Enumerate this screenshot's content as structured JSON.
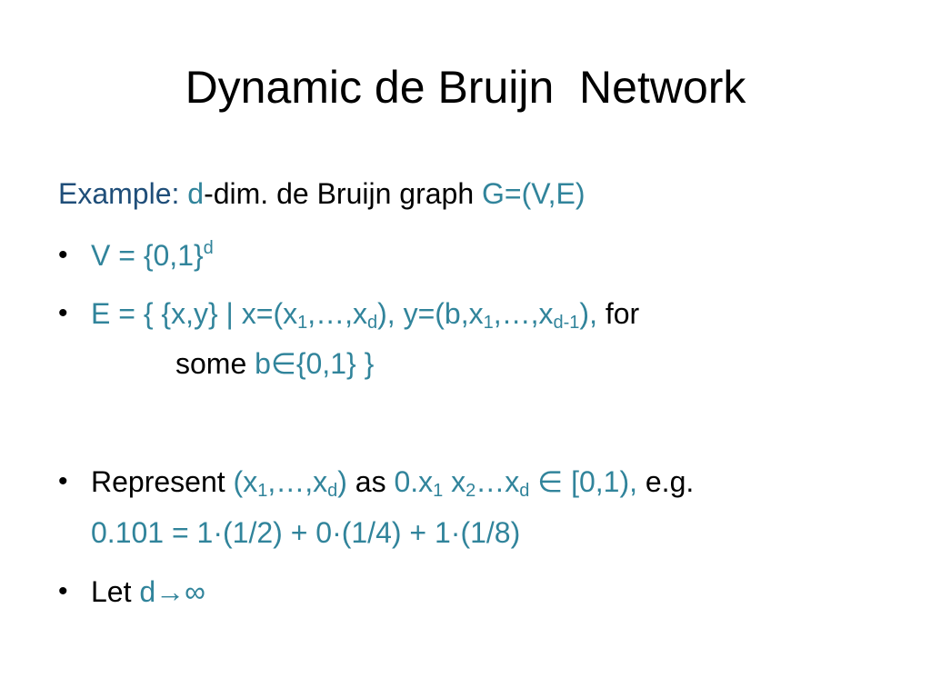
{
  "slide": {
    "title": "Dynamic de Bruijn  Network",
    "example": {
      "label": "Example:",
      "d": "d",
      "text": "-dim. de Bruijn graph ",
      "graph": "G=(V,E)"
    },
    "bullet_char": "•",
    "bullets": [
      {
        "v_main": "V = {0,1}",
        "v_sup": "d"
      },
      {
        "e_a": "E = { {x,y} | x=(x",
        "e_sub1": "1",
        "e_b": ",…,x",
        "e_subd": "d",
        "e_c": "), y=(b,x",
        "e_sub2": "1",
        "e_d": ",…,x",
        "e_subd1": "d-1",
        "e_e": "),",
        "e_for": " for",
        "e_some": "some ",
        "e_cond": "b∈{0,1} }"
      },
      {
        "r_word": "Represent ",
        "r_tuple_a": "(x",
        "r_sub1": "1",
        "r_tuple_b": ",…,x",
        "r_subd": "d",
        "r_tuple_c": ")",
        "r_as": " as ",
        "r_num_a": "0.x",
        "r_nsub1": "1",
        "r_num_b": " x",
        "r_nsub2": "2",
        "r_num_c": "…x",
        "r_nsubd": "d",
        "r_num_d": " ∈  [0,1),",
        "r_eg": " e.g.",
        "r_line2": "0.101 = 1·(1/2) + 0·(1/4) + 1·(1/8)"
      },
      {
        "l_word": "Let ",
        "l_expr": "d→∞"
      }
    ]
  },
  "colors": {
    "dark_blue": "#1f4e79",
    "teal": "#31849b",
    "text": "#000000"
  }
}
